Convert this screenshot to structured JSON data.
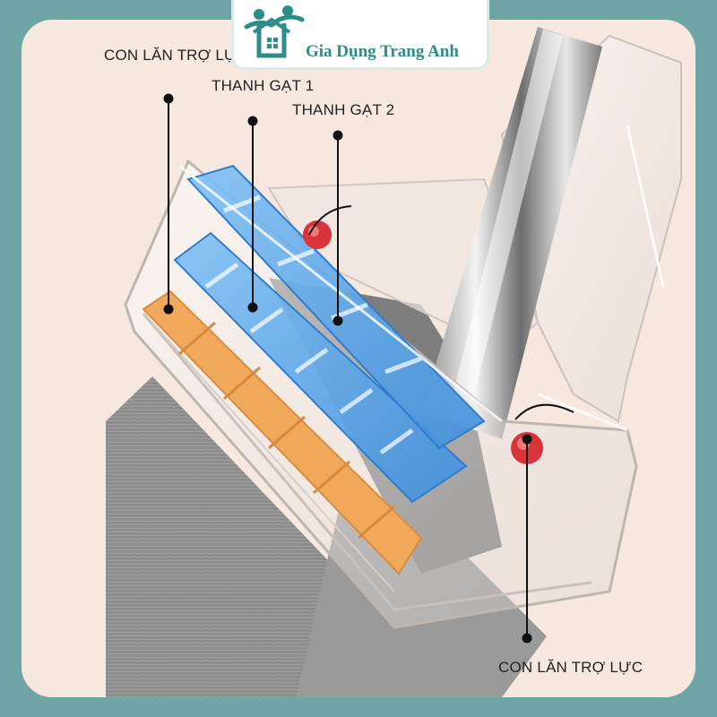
{
  "brand": {
    "name": "Gia Dụng Trang Anh",
    "logo_color": "#2b8e88"
  },
  "labels": {
    "roller_top": "CON LĂN TRỢ LỰC",
    "blade_1": "THANH GẠT 1",
    "blade_2": "THANH GẠT 2",
    "roller_bottom": "CON LĂN TRỢ LỰC"
  },
  "colors": {
    "border": "#6fa5a5",
    "background": "#f6e8df",
    "blade_blue": "#5aa6ec",
    "roller_orange": "#f0a85a",
    "roller_red": "#d8343a",
    "mop_gray": "#8d8d8d"
  }
}
